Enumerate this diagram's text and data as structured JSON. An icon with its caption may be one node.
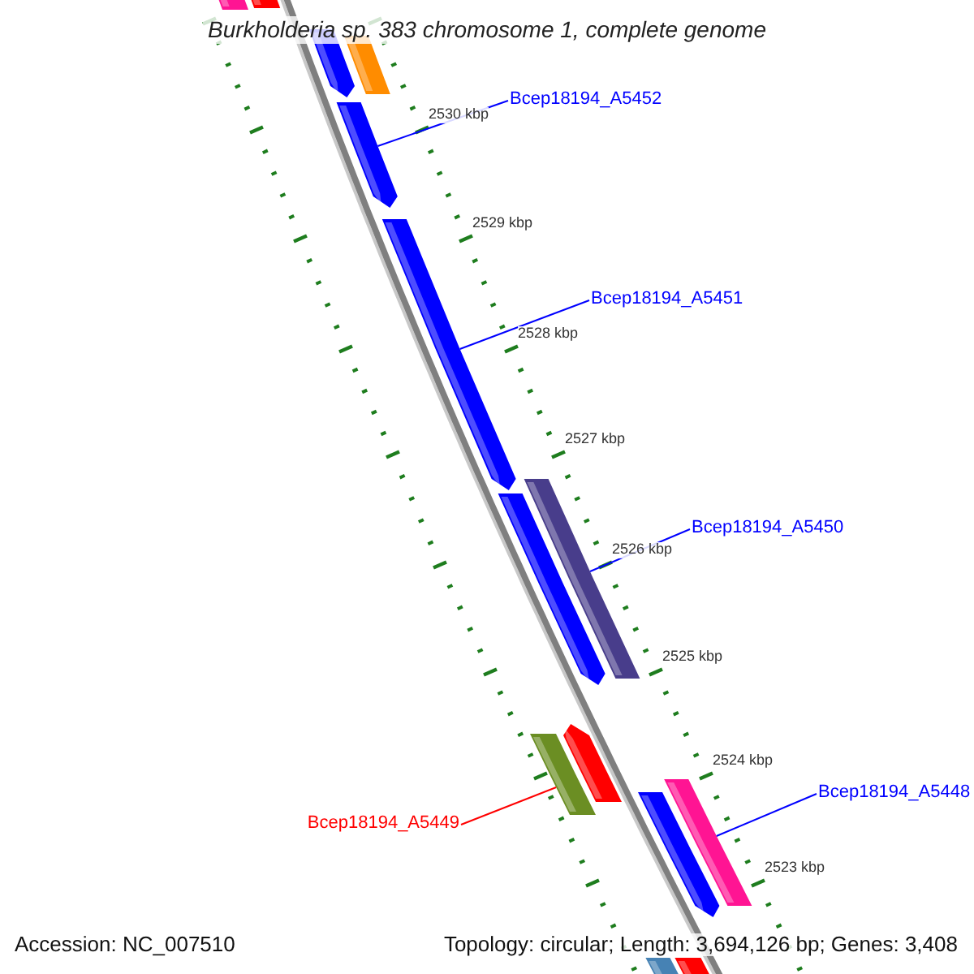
{
  "diagram": {
    "title": "Burkholderia sp. 383 chromosome 1, complete genome",
    "nodes": [
      {
        "text": [
          "Bcep18194_A5452"
        ]
      },
      {
        "text": [
          "Bcep18194_A5451"
        ]
      },
      {
        "text": [
          "Bcep18194_A5450"
        ]
      },
      {
        "text": [
          "Bcep18194_A5448"
        ]
      },
      {
        "text": [
          "Bcep18194_A5449"
        ]
      },
      {
        "text": [],
        "shape": "bar"
      },
      {
        "text": [],
        "shape": "bar"
      },
      {
        "text": [],
        "shape": "bar"
      },
      {
        "text": [],
        "shape": "bar"
      },
      {
        "text": [],
        "shape": "bar"
      }
    ],
    "edges": [
      {
        "from": 0,
        "to": 5,
        "arrow": "none"
      },
      {
        "from": 1,
        "to": 6,
        "arrow": "none"
      },
      {
        "from": 2,
        "to": 7,
        "arrow": "none"
      },
      {
        "from": 3,
        "to": 8,
        "arrow": "none"
      },
      {
        "from": 4,
        "to": 9,
        "arrow": "none",
        "color": "#ff0000"
      }
    ],
    "labels": [
      "2530 kbp",
      "2529 kbp",
      "2528 kbp",
      "2527 kbp",
      "2526 kbp",
      "2525 kbp",
      "2524 kbp",
      "2523 kbp",
      "Accession: NC_007510",
      "Topology: circular; Length: 3,694,126 bp; Genes: 3,408"
    ]
  }
}
